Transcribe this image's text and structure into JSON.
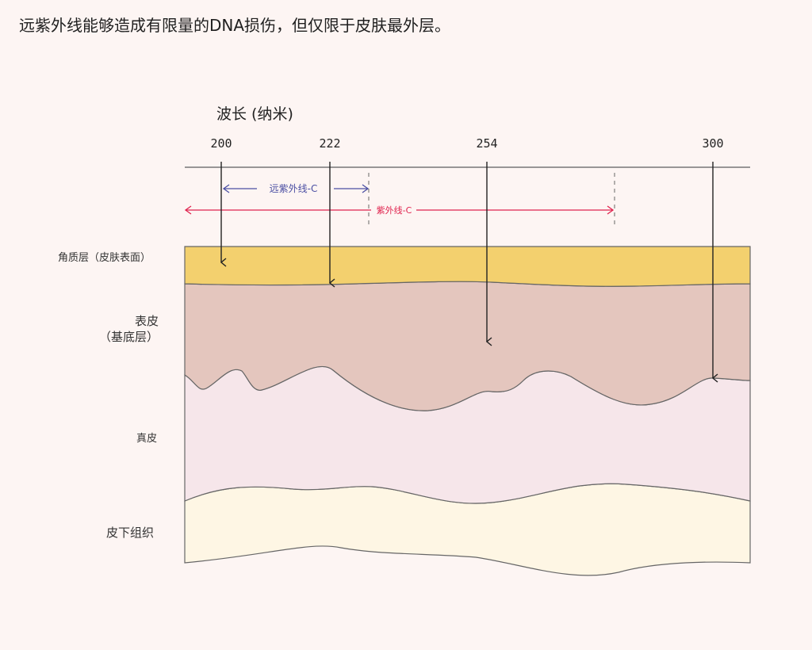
{
  "title": "远紫外线能够造成有限量的DNA损伤，但仅限于皮肤最外层。",
  "axis": {
    "label": "波长 (纳米)",
    "ticks": [
      "200",
      "222",
      "254",
      "300"
    ]
  },
  "ranges": {
    "far_uvc": {
      "label": "远紫外线-C",
      "color": "#4b4fa3"
    },
    "uvc": {
      "label": "紫外线-C",
      "color": "#e0234e"
    }
  },
  "layers": {
    "stratum_corneum": {
      "label": "角质层（皮肤表面）",
      "color": "#f3d06e"
    },
    "epidermis": {
      "label_line1": "表皮",
      "label_line2": "（基底层）",
      "color": "#e4c6be"
    },
    "dermis": {
      "label": "真皮",
      "color": "#f6e6ea"
    },
    "subcutaneous": {
      "label": "皮下组织",
      "color": "#fef6e4"
    }
  },
  "chart_data": {
    "type": "diagram",
    "title": "远紫外线能够造成有限量的DNA损伤，但仅限于皮肤最外层。",
    "xlabel": "波长 (纳米)",
    "wavelengths_nm": [
      200,
      222,
      254,
      300
    ],
    "penetration_layer": {
      "200": "角质层（皮肤表面）",
      "222": "角质层（皮肤表面）",
      "254": "表皮（基底层）",
      "300": "表皮（基底层）"
    },
    "ranges": [
      {
        "name": "远紫外线-C",
        "from_nm": 200,
        "to_nm": 230
      },
      {
        "name": "紫外线-C",
        "from_nm": "<200",
        "to_nm": 280
      }
    ]
  }
}
